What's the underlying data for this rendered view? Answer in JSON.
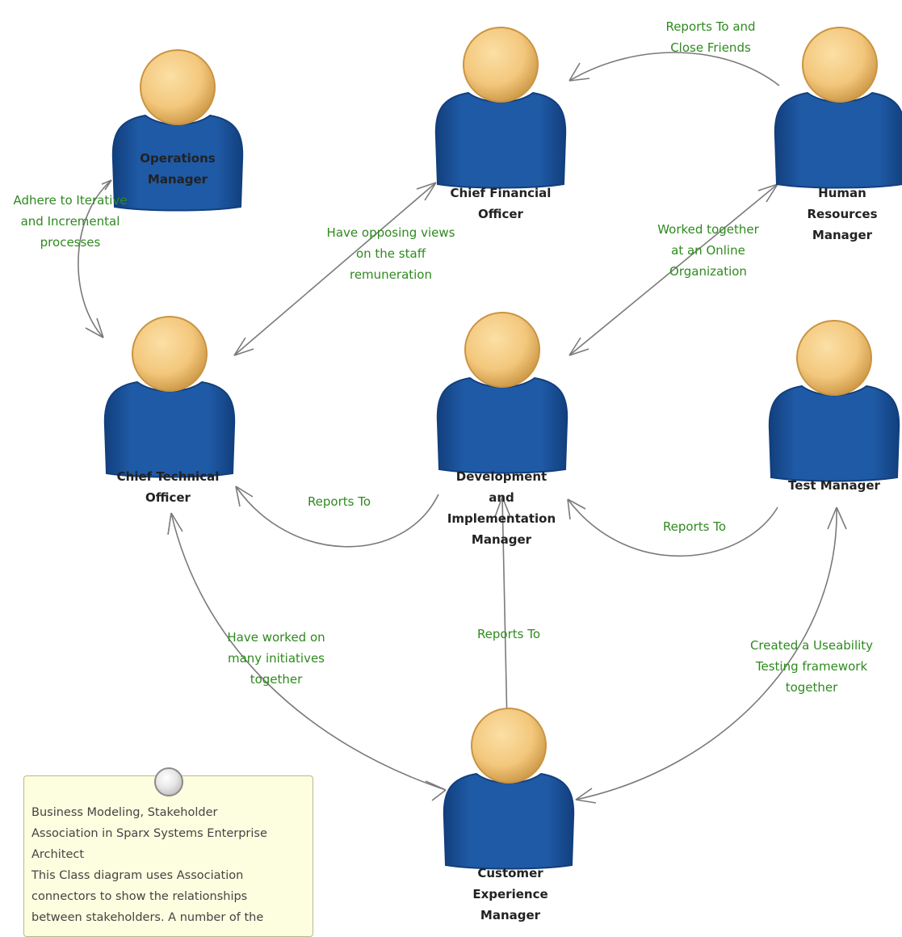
{
  "actors": [
    {
      "id": "operations-manager",
      "lines": [
        "Operations",
        "Manager"
      ]
    },
    {
      "id": "chief-financial-officer",
      "lines": [
        "Chief Financial",
        "Officer"
      ]
    },
    {
      "id": "human-resources-manager",
      "lines": [
        "Human",
        "Resources",
        "Manager"
      ]
    },
    {
      "id": "chief-technical-officer",
      "lines": [
        "Chief Technical",
        "Officer"
      ]
    },
    {
      "id": "development-implementation-manager",
      "lines": [
        "Development",
        "and",
        "Implementation",
        "Manager"
      ]
    },
    {
      "id": "test-manager",
      "lines": [
        "Test Manager"
      ]
    },
    {
      "id": "customer-experience-manager",
      "lines": [
        "Customer",
        "Experience",
        "Manager"
      ]
    }
  ],
  "connectors": [
    {
      "id": "hr-cfo",
      "lines": [
        "Reports To and",
        "Close Friends"
      ]
    },
    {
      "id": "ops-cto",
      "lines": [
        "Adhere to Iterative",
        "and Incremental",
        "processes"
      ]
    },
    {
      "id": "cto-cfo",
      "lines": [
        "Have opposing views",
        "on the staff",
        "remuneration"
      ]
    },
    {
      "id": "dev-hr",
      "lines": [
        "Worked together",
        "at an Online",
        "Organization"
      ]
    },
    {
      "id": "dev-cto",
      "lines": [
        "Reports To"
      ]
    },
    {
      "id": "test-dev",
      "lines": [
        "Reports To"
      ]
    },
    {
      "id": "cust-dev",
      "lines": [
        "Reports To"
      ]
    },
    {
      "id": "cto-cust",
      "lines": [
        "Have worked on",
        "many initiatives",
        "together"
      ]
    },
    {
      "id": "test-cust",
      "lines": [
        "Created a Useability",
        "Testing framework",
        "together"
      ]
    }
  ],
  "note": {
    "lines": [
      "Business Modeling, Stakeholder",
      "Association in Sparx Systems Enterprise",
      "Architect",
      "This Class diagram uses Association",
      "connectors to show the relationships",
      "between stakeholders. A number of the"
    ]
  },
  "colors": {
    "body": "#1f5aa6",
    "body_dark": "#123f7d",
    "head": "#f3c77c",
    "head_dark": "#c99442",
    "connector": "#7a7a7a",
    "connector_label": "#2e8a1e",
    "note_fill": "#fdfde0"
  }
}
